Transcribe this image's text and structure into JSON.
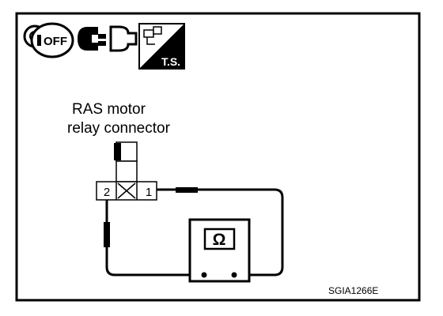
{
  "icons": {
    "ignition_key": {
      "name": "ignition-key-off-icon",
      "label": "OFF"
    },
    "connector": {
      "name": "disconnected-connector-icon"
    },
    "ts": {
      "name": "ts-harness-icon",
      "label": "T.S."
    }
  },
  "connector": {
    "label_line1": "RAS motor",
    "label_line2": "relay connector",
    "terminal_left": "2",
    "terminal_right": "1"
  },
  "meter": {
    "symbol": "Ω",
    "name": "ohmmeter"
  },
  "figure_code": "SGIA1266E",
  "colors": {
    "line": "#000000",
    "background": "#ffffff"
  }
}
